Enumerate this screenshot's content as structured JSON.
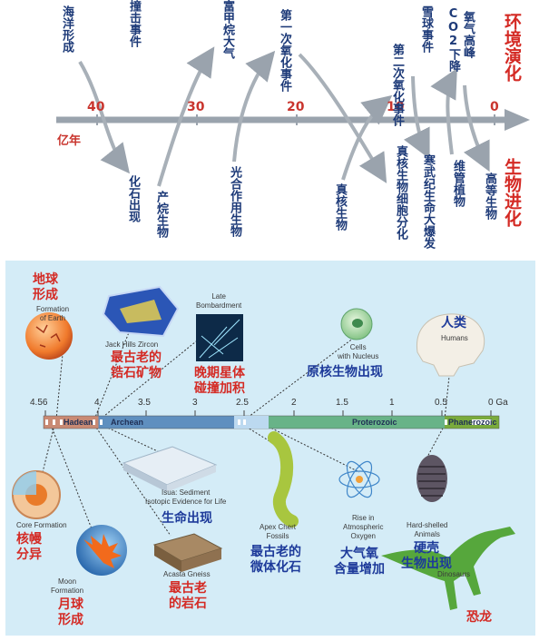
{
  "top": {
    "side_env": "环境演化",
    "side_bio": "生物进化",
    "axis_unit": "亿年",
    "ticks": [
      "40",
      "30",
      "20",
      "10",
      "0"
    ],
    "env_events": {
      "ocean": "海洋形成",
      "impact": "撞击事件",
      "methane": "富甲烷大气",
      "oxidation1": "第一次氧化事件",
      "oxidation2": "第二次氧化事件",
      "snowball": "雪球事件",
      "co2_drop": "CO2下降",
      "oxygen_peak": "氧气高峰"
    },
    "bio_events": {
      "fossil": "化石出现",
      "alkane": "产烷生物",
      "photo": "光合作用生物",
      "eukaryote": "真核生物",
      "eukaryote_diff": "真核生物细胞分化",
      "cambrian": "寒武纪生命大爆发",
      "vascular": "维管植物",
      "higher": "高等生物"
    }
  },
  "bottom": {
    "ticks": [
      "4.56",
      "4",
      "3.5",
      "3",
      "2.5",
      "2",
      "1.5",
      "1",
      "0.5",
      "0 Ga"
    ],
    "eons": [
      "Hadean",
      "Archean",
      "Proterozoic",
      "Phanerozoic"
    ],
    "events": {
      "earth": {
        "cn": "地球\n形成",
        "en": "Formation\nof Earth"
      },
      "zircon": {
        "cn": "最古老的\n锆石矿物",
        "en": "Jack Hills Zircon"
      },
      "bombard": {
        "cn": "晚期星体\n碰撞加积",
        "en": "Late\nBombardment"
      },
      "cells": {
        "cn": "原核生物出现",
        "en": "Cells\nwith Nucleus"
      },
      "humans": {
        "cn": "人类",
        "en": "Humans"
      },
      "core": {
        "cn": "核幔\n分异",
        "en": "Core Formation"
      },
      "moon": {
        "cn": "月球\n形成",
        "en": "Moon\nFormation"
      },
      "isua": {
        "cn": "生命出现",
        "en": "Isua: Sediment\nIsotopic Evidence for Life"
      },
      "acasta": {
        "cn": "最古老\n的岩石",
        "en": "Acasta Gneiss"
      },
      "chert": {
        "cn": "最古老的\n微体化石",
        "en": "Apex Chert\nFossils"
      },
      "oxygen": {
        "cn": "大气氧\n含量增加",
        "en": "Rise in\nAtmospheric\nOxygen"
      },
      "shell": {
        "cn": "硬壳\n生物出现",
        "en": "Hard-shelled\nAnimals"
      },
      "dino": {
        "cn": "恐龙",
        "en": "Dinosaurs"
      }
    }
  }
}
